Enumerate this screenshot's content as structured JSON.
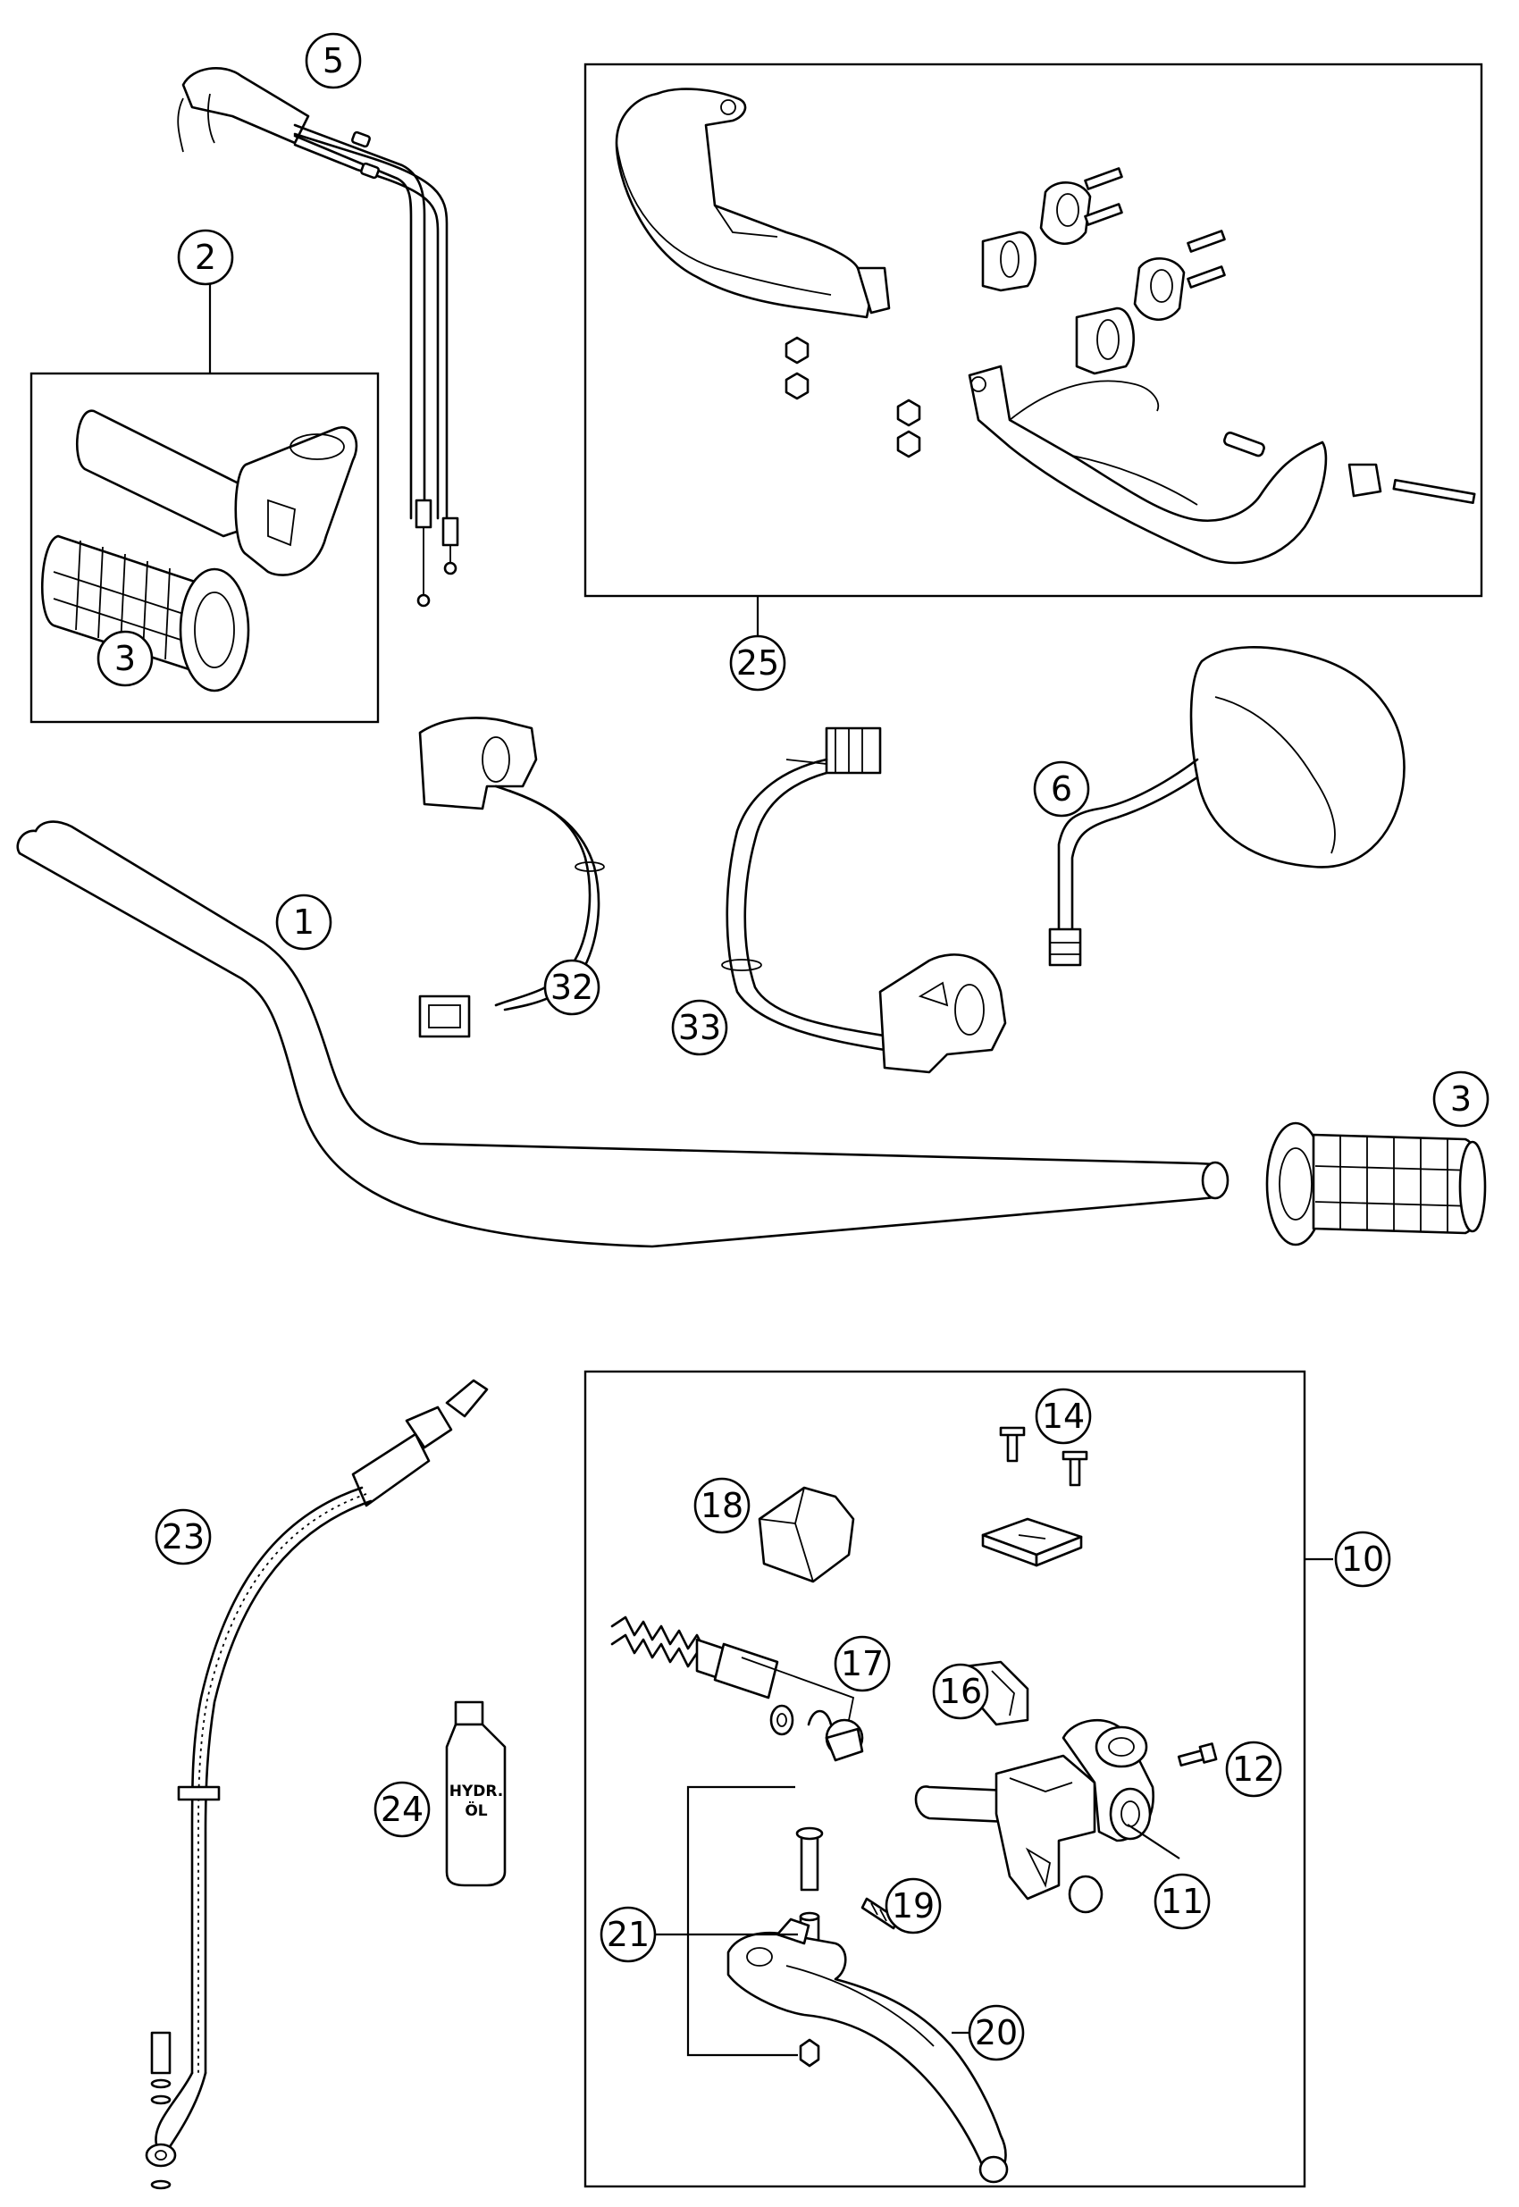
{
  "callouts": [
    {
      "id": "c1",
      "label": "1"
    },
    {
      "id": "c2",
      "label": "2"
    },
    {
      "id": "c3a",
      "label": "3"
    },
    {
      "id": "c3b",
      "label": "3"
    },
    {
      "id": "c5",
      "label": "5"
    },
    {
      "id": "c6",
      "label": "6"
    },
    {
      "id": "c10",
      "label": "10"
    },
    {
      "id": "c11",
      "label": "11"
    },
    {
      "id": "c12",
      "label": "12"
    },
    {
      "id": "c14",
      "label": "14"
    },
    {
      "id": "c16",
      "label": "16"
    },
    {
      "id": "c17",
      "label": "17"
    },
    {
      "id": "c18",
      "label": "18"
    },
    {
      "id": "c19",
      "label": "19"
    },
    {
      "id": "c20",
      "label": "20"
    },
    {
      "id": "c21",
      "label": "21"
    },
    {
      "id": "c23",
      "label": "23"
    },
    {
      "id": "c24",
      "label": "24"
    },
    {
      "id": "c25",
      "label": "25"
    },
    {
      "id": "c32",
      "label": "32"
    },
    {
      "id": "c33",
      "label": "33"
    }
  ],
  "bottle_label": {
    "line1": "HYDR.",
    "line2": "ÖL"
  }
}
